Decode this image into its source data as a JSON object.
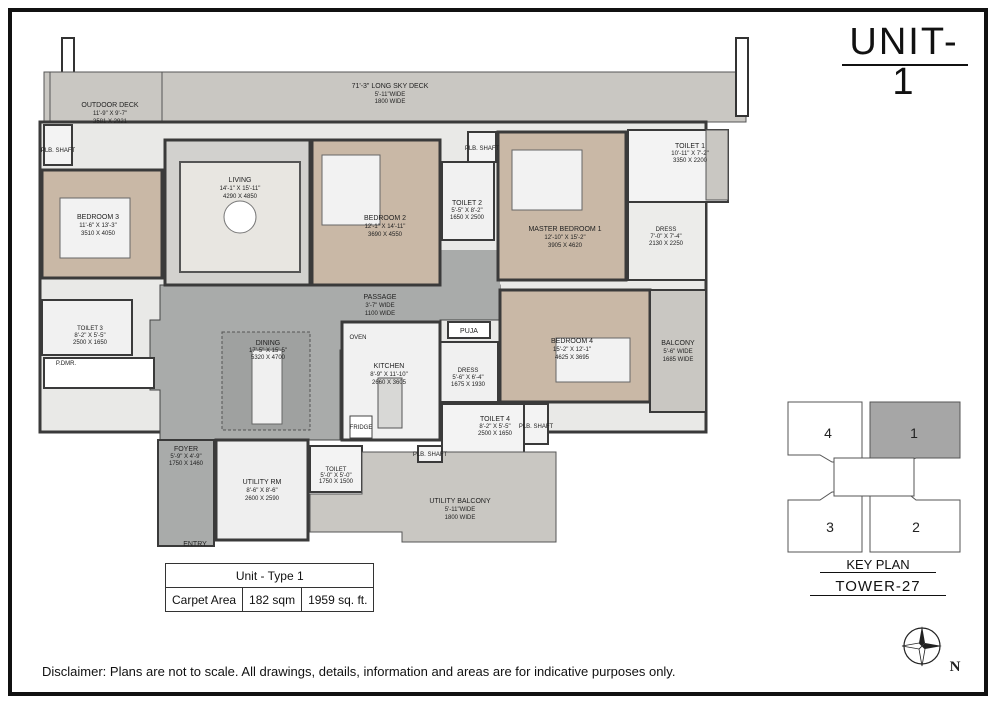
{
  "title": "UNIT-1",
  "rooms": {
    "sky_deck": {
      "name": "71'-3\" LONG SKY DECK",
      "dim1": "5'-11\"WIDE",
      "dim2": "1800 WIDE"
    },
    "outdoor_deck": {
      "name": "OUTDOOR DECK",
      "dim1": "11'-9\" X 9'-7\"",
      "dim2": "3581 X 2921"
    },
    "plb_shaft_1": {
      "name": "PLB. SHAFT"
    },
    "plb_shaft_2": {
      "name": "PLB. SHAFT"
    },
    "plb_shaft_3": {
      "name": "PLB. SHAFT"
    },
    "plb_shaft_4": {
      "name": "PLB. SHAFT"
    },
    "living": {
      "name": "LIVING",
      "dim1": "14'-1\" X 15'-11\"",
      "dim2": "4290 X 4850"
    },
    "bedroom2": {
      "name": "BEDROOM 2",
      "dim1": "12'-1\" X 14'-11\"",
      "dim2": "3690 X 4550"
    },
    "toilet2": {
      "name": "TOILET 2",
      "dim1": "5'-5\" X 8'-2\"",
      "dim2": "1650 X 2500"
    },
    "master_bedroom": {
      "name": "MASTER BEDROOM 1",
      "dim1": "12'-10\" X 15'-2\"",
      "dim2": "3905 X 4620"
    },
    "toilet1": {
      "name": "TOILET 1",
      "dim1": "10'-11\" X 7'-2\"",
      "dim2": "3350 X 2200"
    },
    "dress1": {
      "name": "DRESS",
      "dim1": "7'-0\" X 7'-4\"",
      "dim2": "2130 X 2250"
    },
    "bedroom3": {
      "name": "BEDROOM 3",
      "dim1": "11'-6\" X 13'-3\"",
      "dim2": "3510 X 4050"
    },
    "toilet3": {
      "name": "TOILET 3",
      "dim1": "8'-2\" X 5'-5\"",
      "dim2": "2500 X 1650"
    },
    "passage": {
      "name": "PASSAGE",
      "dim1": "3'-7\" WIDE",
      "dim2": "1100 WIDE"
    },
    "puja": {
      "name": "PUJA"
    },
    "oven": {
      "name": "OVEN"
    },
    "fridge": {
      "name": "FRIDGE"
    },
    "bedroom4": {
      "name": "BEDROOM 4",
      "dim1": "15'-2\" X 12'-1\"",
      "dim2": "4625 X 3695"
    },
    "balcony": {
      "name": "BALCONY",
      "dim1": "5'-6\" WIDE",
      "dim2": "1685 WIDE"
    },
    "dining": {
      "name": "DINING",
      "dim1": "17'-5\" X 15'-5\"",
      "dim2": "5320 X 4700"
    },
    "kitchen": {
      "name": "KITCHEN",
      "dim1": "8'-9\" X 11'-10\"",
      "dim2": "2660 X 3605"
    },
    "dress4": {
      "name": "DRESS",
      "dim1": "5'-6\" X 6'-4\"",
      "dim2": "1675 X 1930"
    },
    "toilet4": {
      "name": "TOILET 4",
      "dim1": "8'-2\" X 5'-5\"",
      "dim2": "2500 X 1650"
    },
    "foyer": {
      "name": "FOYER",
      "dim1": "5'-9\" X 4'-9\"",
      "dim2": "1750 X 1460"
    },
    "utility_rm": {
      "name": "UTILITY RM",
      "dim1": "8'-6\" X 8'-6\"",
      "dim2": "2600 X 2590"
    },
    "toilet_small": {
      "name": "TOILET",
      "dim1": "5'-0\" X 5'-0\"",
      "dim2": "1750 X 1500"
    },
    "utility_balcony": {
      "name": "UTILITY BALCONY",
      "dim1": "5'-11\"WIDE",
      "dim2": "1800 WIDE"
    },
    "entry": {
      "name": "ENTRY"
    },
    "pdmr": {
      "name": "P.DMR."
    }
  },
  "unit_table": {
    "header": "Unit - Type 1",
    "label": "Carpet Area",
    "sqm": "182 sqm",
    "sqft": "1959 sq. ft."
  },
  "key_plan": {
    "label": "KEY PLAN",
    "tower": "TOWER-27",
    "units": [
      "4",
      "1",
      "3",
      "2"
    ],
    "highlight_color": "#a6a6a6"
  },
  "compass": {
    "north": "N"
  },
  "disclaimer": "Disclaimer: Plans are not to scale. All drawings, details, information and areas are for indicative purposes only.",
  "colors": {
    "deck": "#c9c7c2",
    "marble": "#a9abaa",
    "wood": "#c9b8a6",
    "wall": "#3a3a3a",
    "tile": "#e9e9e7"
  }
}
